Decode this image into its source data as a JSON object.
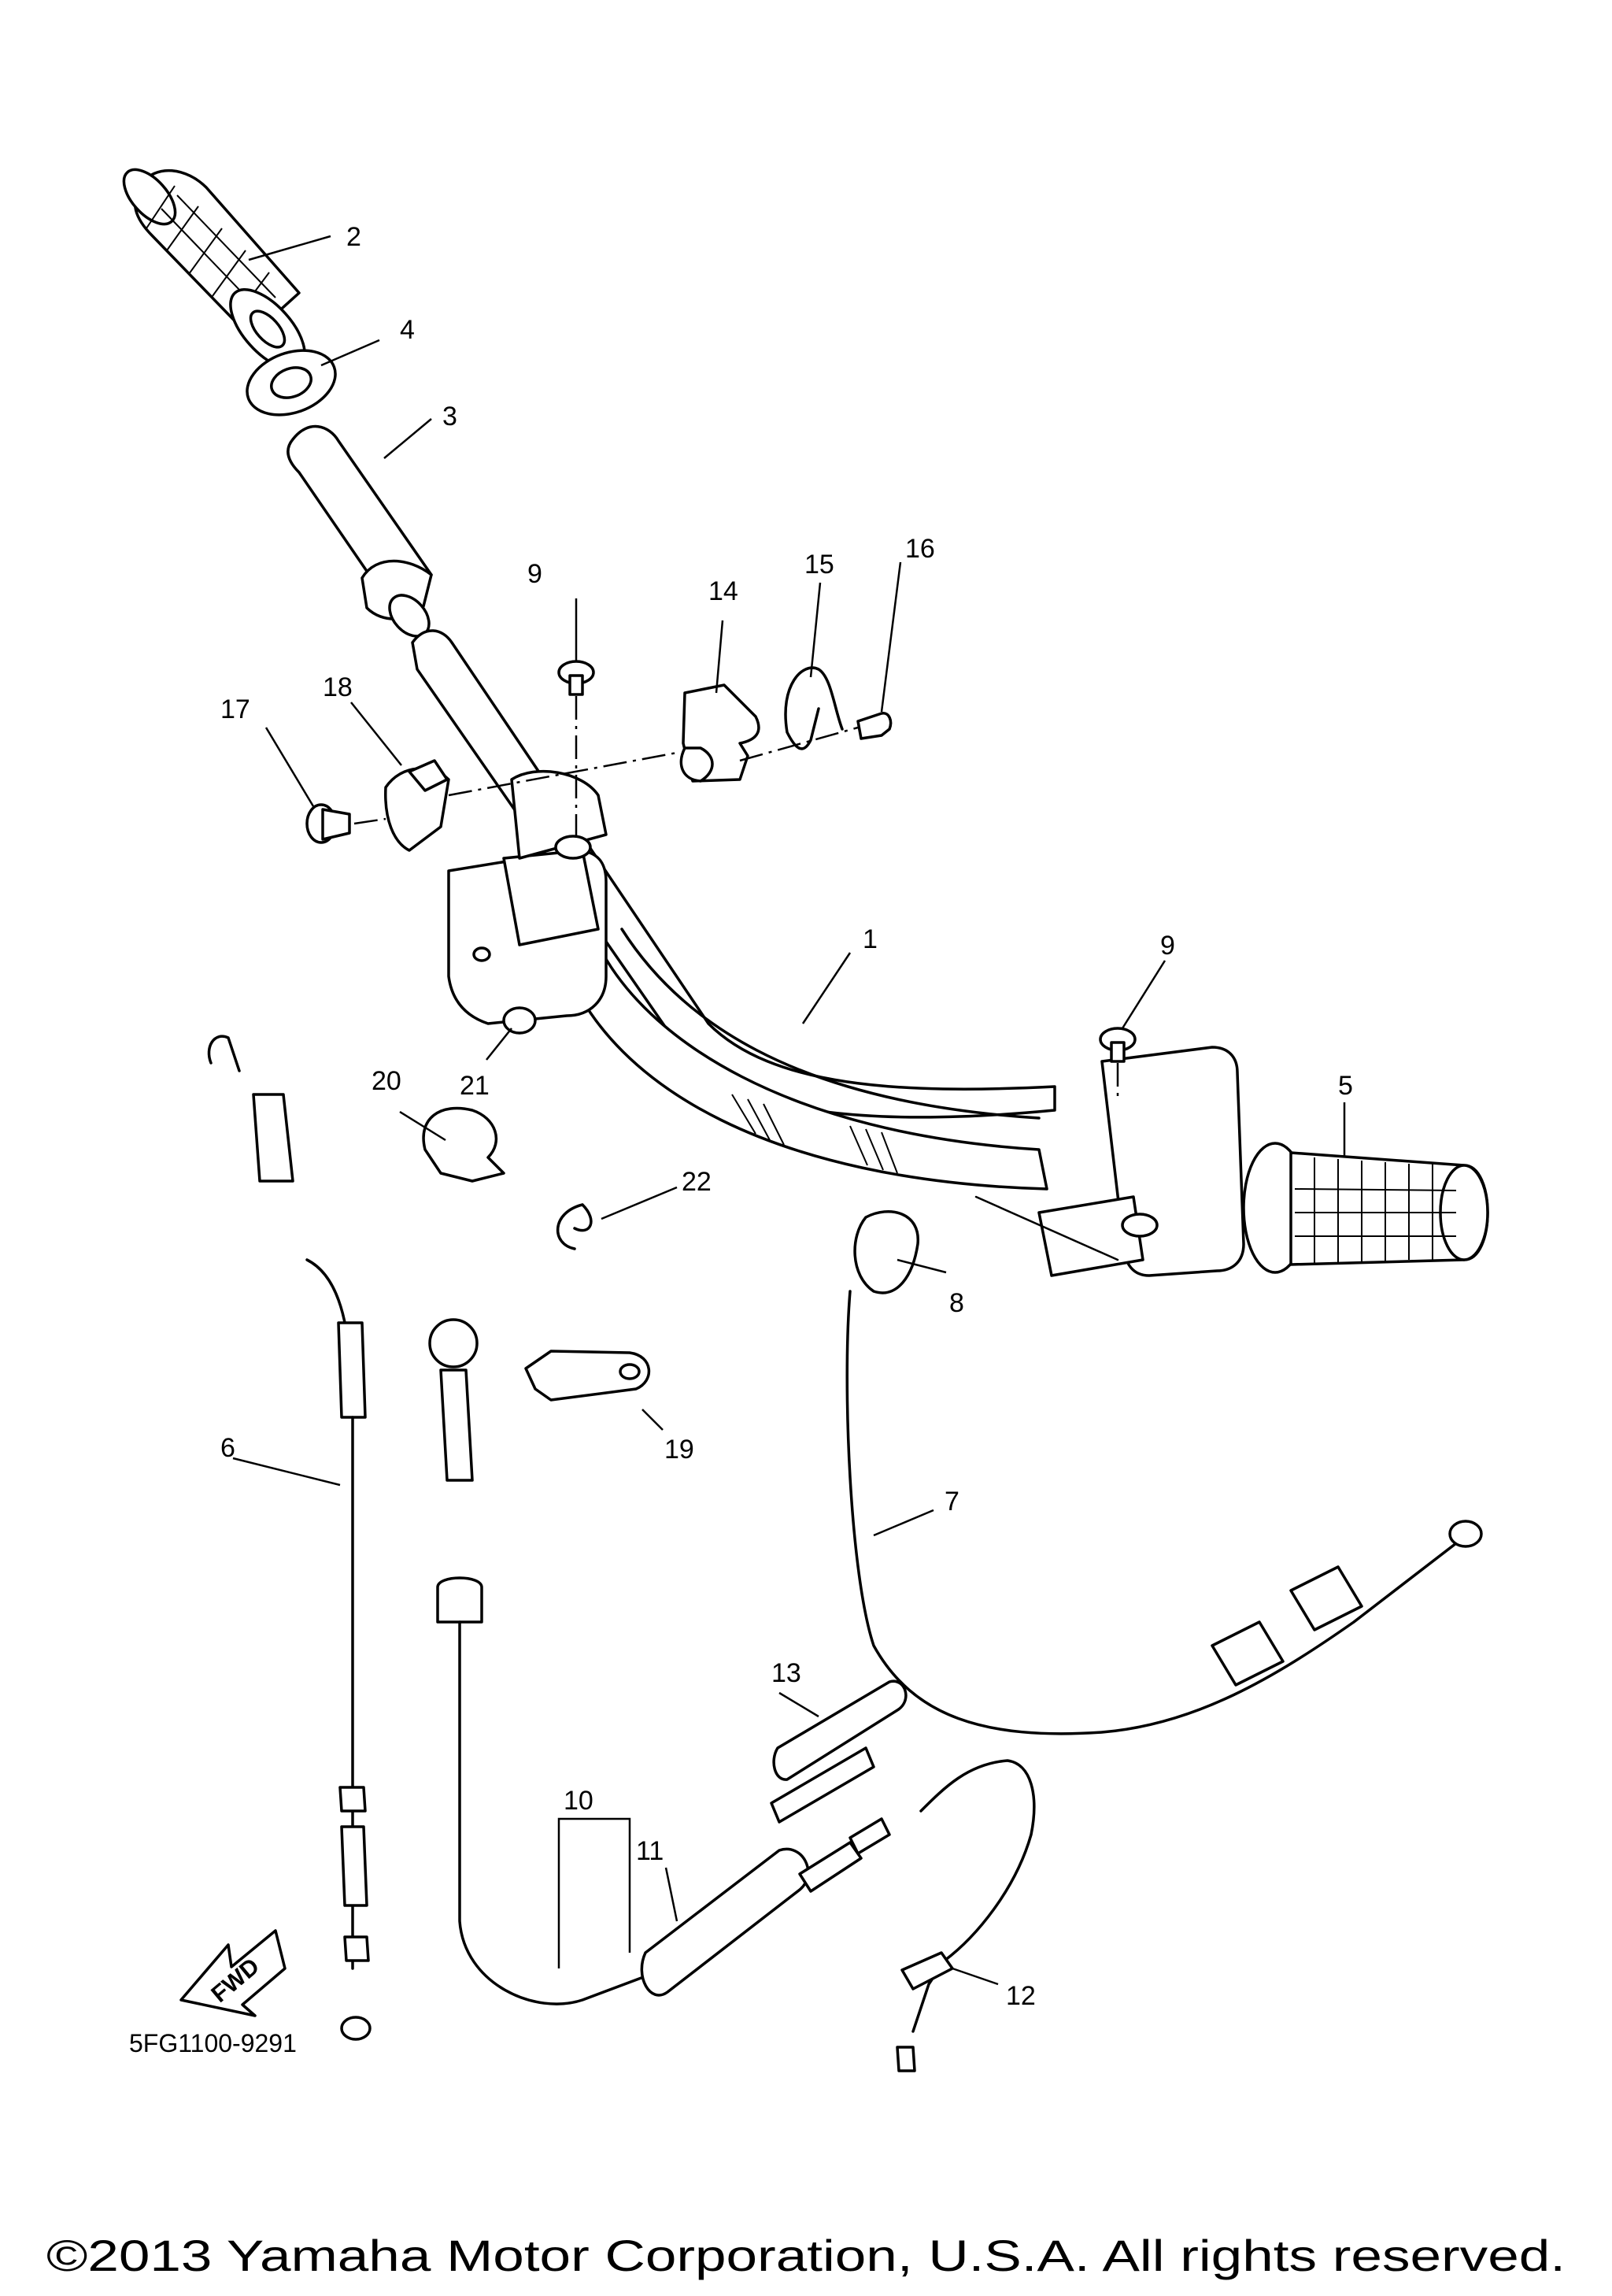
{
  "diagram": {
    "drawing_code": "5FG1100-9291",
    "copyright": "©2013 Yamaha Motor Corporation, U.S.A. All rights reserved.",
    "direction_arrow": "FWD",
    "callouts": [
      {
        "id": "1",
        "label": "1"
      },
      {
        "id": "2",
        "label": "2"
      },
      {
        "id": "3",
        "label": "3"
      },
      {
        "id": "4",
        "label": "4"
      },
      {
        "id": "5",
        "label": "5"
      },
      {
        "id": "6",
        "label": "6"
      },
      {
        "id": "7",
        "label": "7"
      },
      {
        "id": "8",
        "label": "8"
      },
      {
        "id": "9a",
        "label": "9"
      },
      {
        "id": "9b",
        "label": "9"
      },
      {
        "id": "10",
        "label": "10"
      },
      {
        "id": "11",
        "label": "11"
      },
      {
        "id": "12",
        "label": "12"
      },
      {
        "id": "13",
        "label": "13"
      },
      {
        "id": "14",
        "label": "14"
      },
      {
        "id": "15",
        "label": "15"
      },
      {
        "id": "16",
        "label": "16"
      },
      {
        "id": "17",
        "label": "17"
      },
      {
        "id": "18",
        "label": "18"
      },
      {
        "id": "19",
        "label": "19"
      },
      {
        "id": "20",
        "label": "20"
      },
      {
        "id": "21",
        "label": "21"
      },
      {
        "id": "22",
        "label": "22"
      }
    ]
  }
}
